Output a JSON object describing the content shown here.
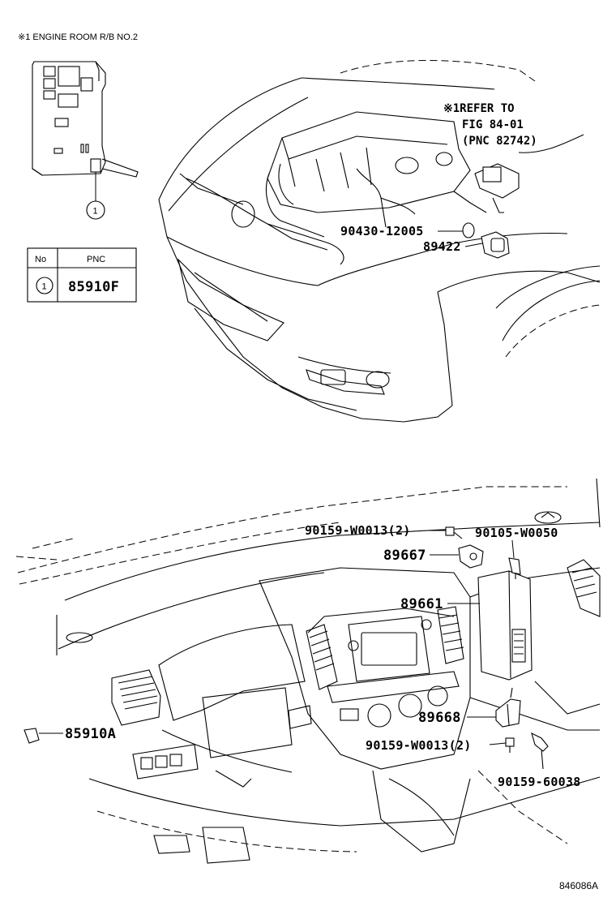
{
  "inset": {
    "title": "※1 ENGINE ROOM R/B NO.2",
    "callout": "1"
  },
  "pnc_table": {
    "headers": [
      "No",
      "PNC"
    ],
    "rows": [
      {
        "no": "1",
        "pnc": "85910F"
      }
    ]
  },
  "refer_note": {
    "line1": "※1REFER TO",
    "line2": "FIG 84-01",
    "line3": "(PNC 82742)"
  },
  "parts": {
    "p_90430_12005": "90430-12005",
    "p_89422": "89422",
    "p_90159_w0013_top": "90159-W0013(2)",
    "p_90105_w0050": "90105-W0050",
    "p_89667": "89667",
    "p_89661": "89661",
    "p_85910a": "85910A",
    "p_89668": "89668",
    "p_90159_w0013_bottom": "90159-W0013(2)",
    "p_90159_60038": "90159-60038"
  },
  "figure_code": "846086A"
}
